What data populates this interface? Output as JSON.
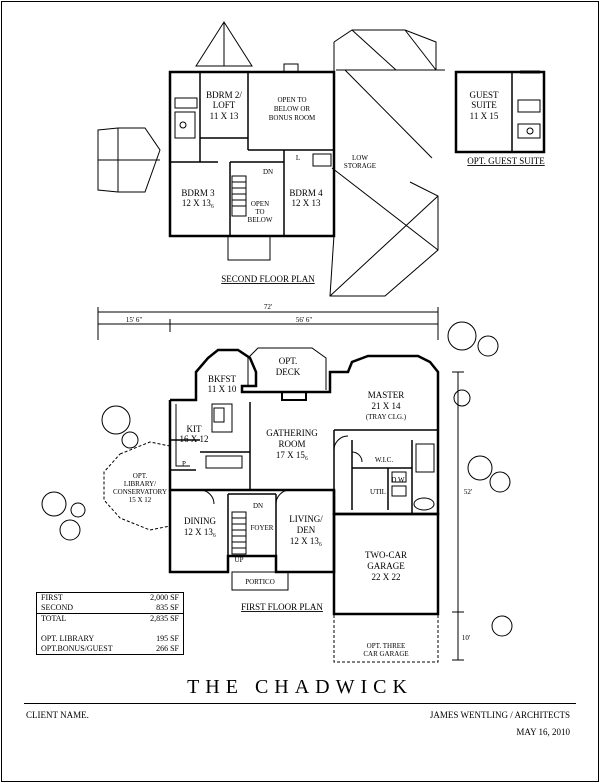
{
  "title": "THE CHADWICK",
  "client_label": "CLIENT NAME.",
  "architect": "JAMES WENTLING / ARCHITECTS",
  "date": "MAY 16, 2010",
  "second_floor": {
    "caption": "SECOND FLOOR PLAN",
    "rooms": {
      "bdrm2_name": "BDRM 2/",
      "bdrm2_name2": "LOFT",
      "bdrm2_size": "11 X 13",
      "open_below_1": "OPEN TO",
      "open_below_2": "BELOW OR",
      "open_below_3": "BONUS ROOM",
      "bdrm3_name": "BDRM 3",
      "bdrm3_size": "12 X 13₆",
      "bdrm4_name": "BDRM 4",
      "bdrm4_size": "12 X 13",
      "open_stair_1": "OPEN",
      "open_stair_2": "TO",
      "open_stair_3": "BELOW",
      "dn": "DN",
      "low_storage_1": "LOW",
      "low_storage_2": "STORAGE",
      "l": "L"
    }
  },
  "guest_suite": {
    "caption": "OPT. GUEST SUITE",
    "name_1": "GUEST",
    "name_2": "SUITE",
    "size": "11 X 15"
  },
  "first_floor": {
    "caption": "FIRST FLOOR PLAN",
    "dims": {
      "overall": "72'",
      "left": "15' 6\"",
      "right": "56' 6\"",
      "side": "52'",
      "garage_ext": "10'"
    },
    "rooms": {
      "bkfst_name": "BKFST",
      "bkfst_size": "11 X 10",
      "deck_1": "OPT.",
      "deck_2": "DECK",
      "master_name": "MASTER",
      "master_size": "21 X 14",
      "master_note": "(TRAY CLG.)",
      "kit_name": "KIT",
      "kit_size": "16 X 12",
      "gathering_1": "GATHERING",
      "gathering_2": "ROOM",
      "gathering_size": "17 X 15₆",
      "wic": "W.I.C.",
      "library_1": "OPT.",
      "library_2": "LIBRARY/",
      "library_3": "CONSERVATORY",
      "library_size": "15 X 12",
      "dining_name": "DINING",
      "dining_size": "12 X 13₆",
      "foyer": "FOYER",
      "living_1": "LIVING/",
      "living_2": "DEN",
      "living_size": "12 X 13₆",
      "garage_1": "TWO-CAR",
      "garage_2": "GARAGE",
      "garage_size": "22 X 22",
      "portico": "PORTICO",
      "three_car_1": "OPT. THREE",
      "three_car_2": "CAR GARAGE",
      "dn": "DN",
      "up": "UP",
      "pantry": "P",
      "util": "UTIL",
      "dw": "D  W"
    }
  },
  "area_table": {
    "rows": [
      {
        "label": "FIRST",
        "value": "2,000 SF"
      },
      {
        "label": "SECOND",
        "value": "835  SF"
      },
      {
        "label": "TOTAL",
        "value": "2,835 SF"
      },
      {
        "label": "OPT. LIBRARY",
        "value": "195 SF"
      },
      {
        "label": "OPT.BONUS/GUEST",
        "value": "266 SF"
      }
    ]
  }
}
